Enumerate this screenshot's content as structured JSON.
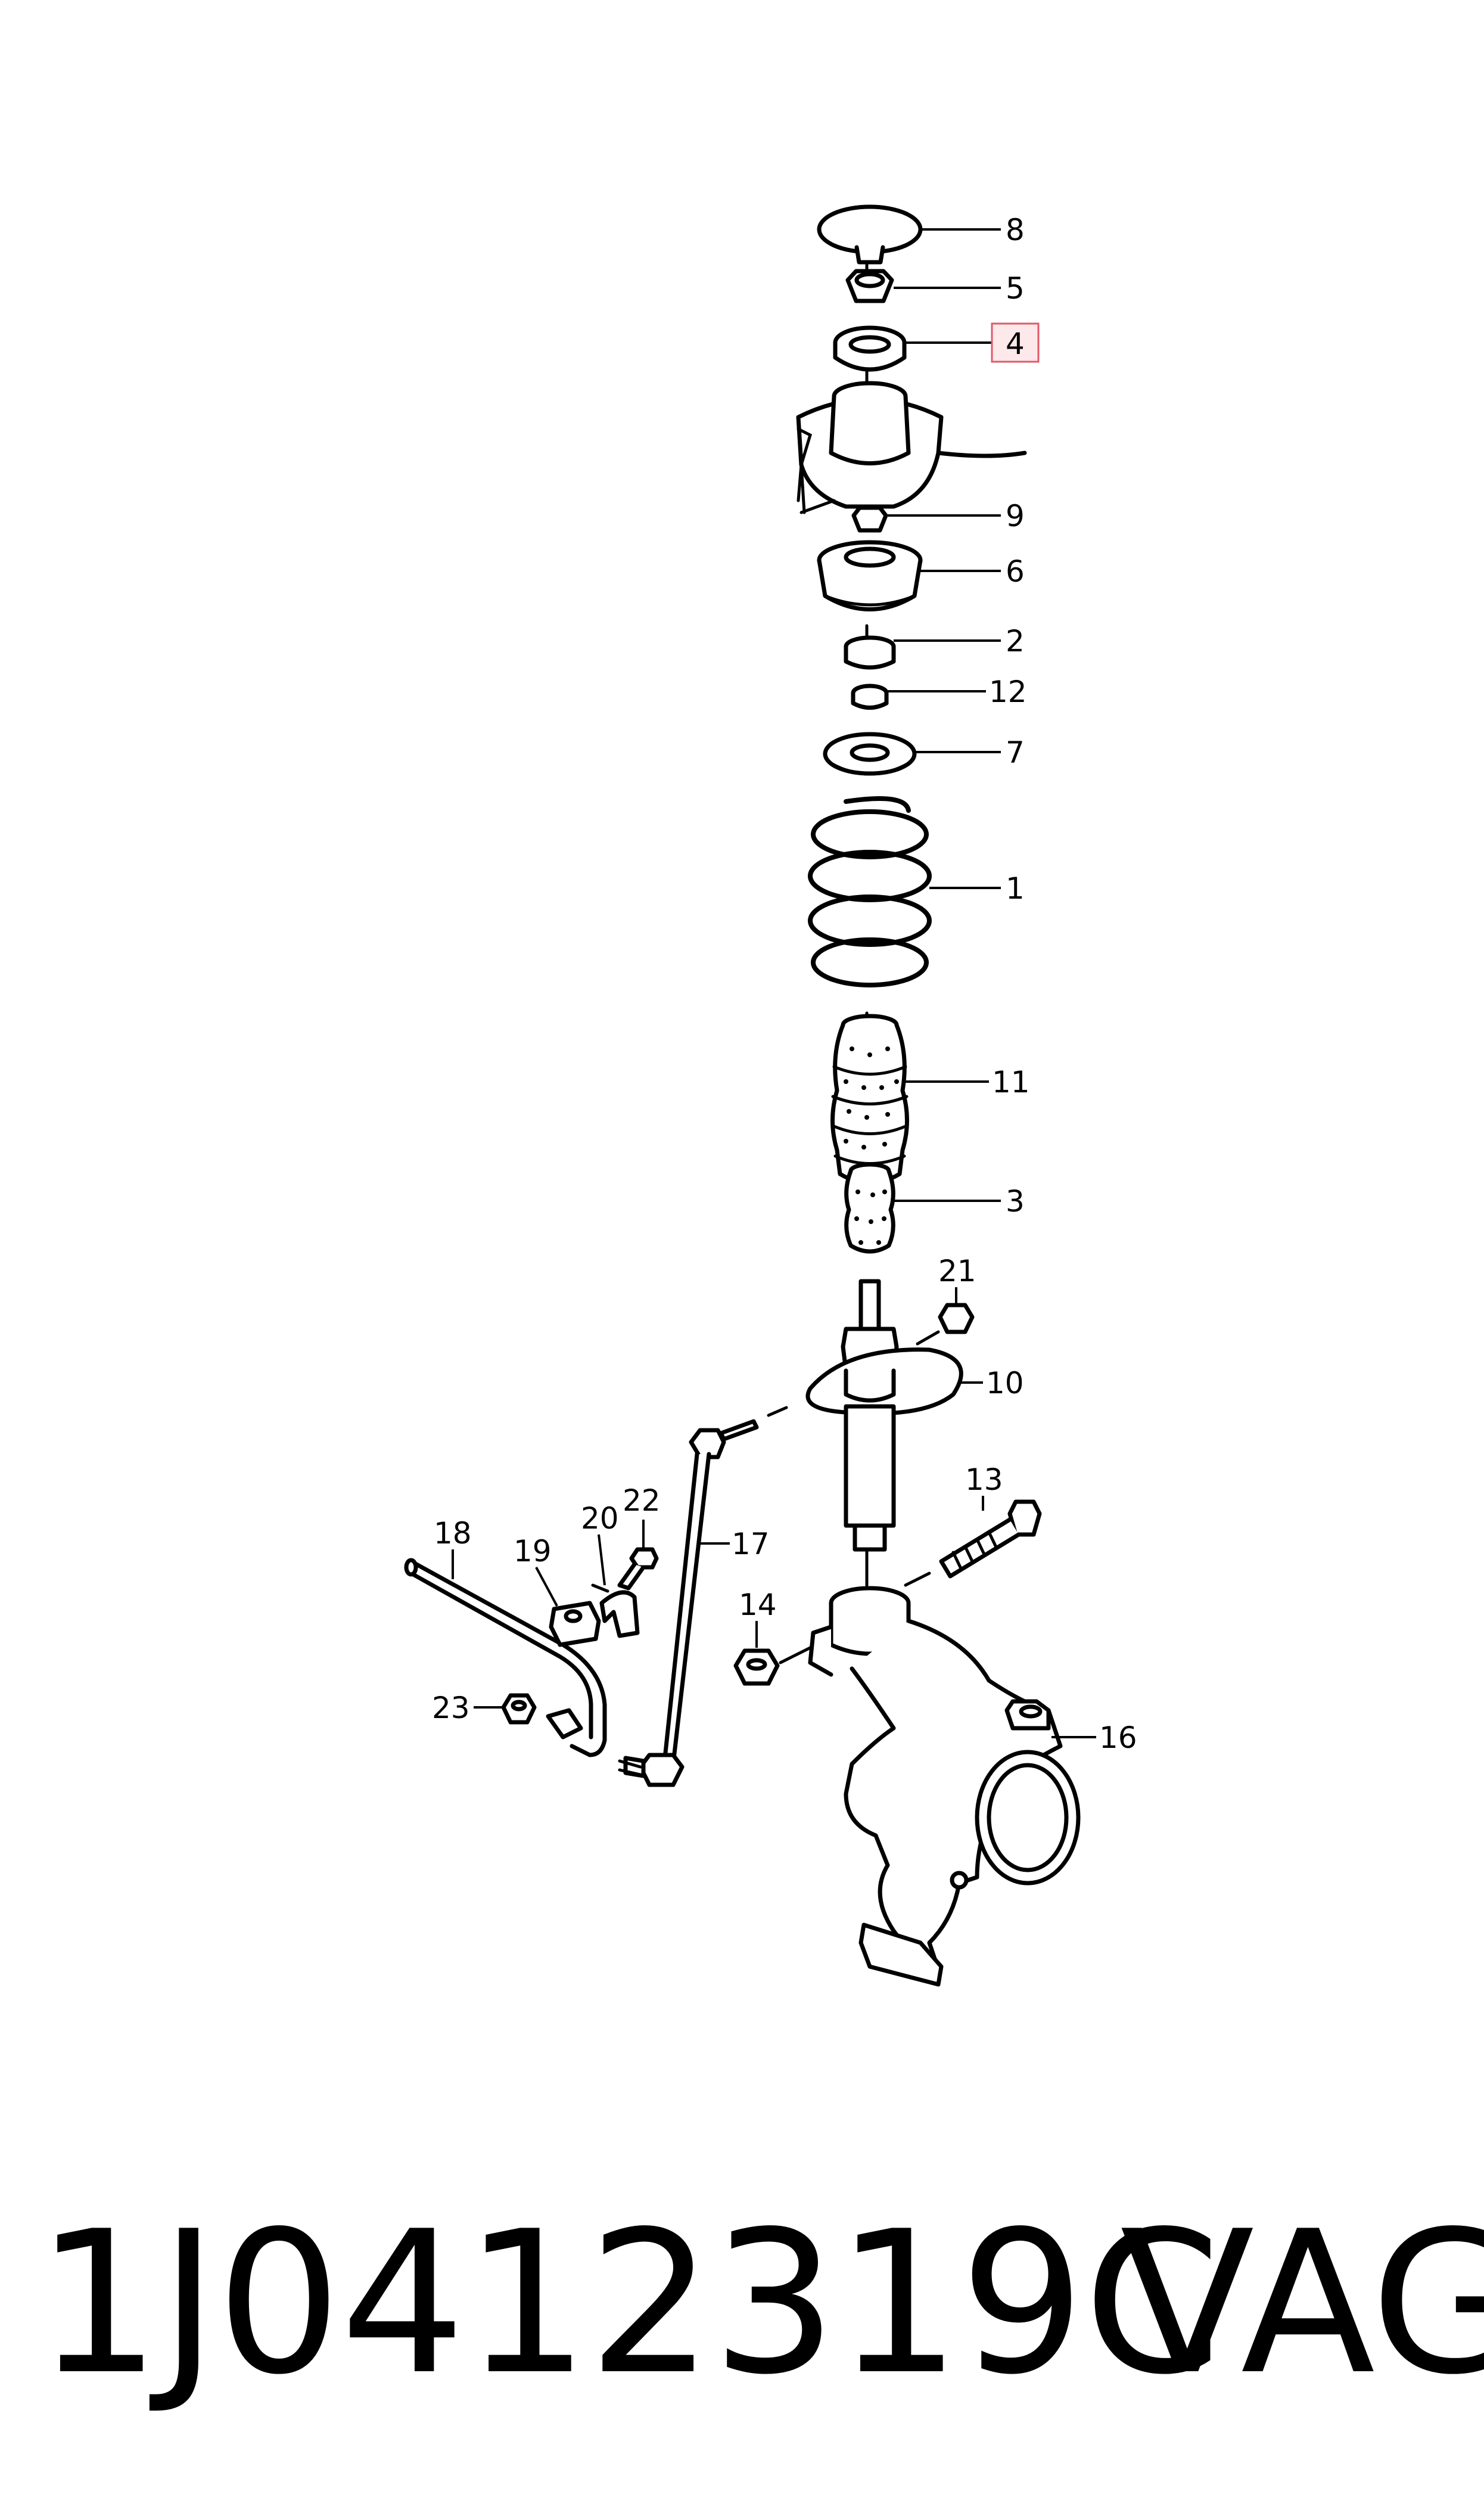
{
  "labels": {
    "l1": "1",
    "l2": "2",
    "l3": "3",
    "l4": "4",
    "l5": "5",
    "l6": "6",
    "l7": "7",
    "l8": "8",
    "l9": "9",
    "l10": "10",
    "l11": "11",
    "l12": "12",
    "l13": "13",
    "l14": "14",
    "l16": "16",
    "l17": "17",
    "l18": "18",
    "l19": "19",
    "l20": "20",
    "l21": "21",
    "l22": "22",
    "l23": "23"
  },
  "highlighted_label": "4",
  "colors": {
    "highlight_fill": "#fde8ea",
    "highlight_stroke": "#e05a6a"
  },
  "footer": {
    "part_number": "1J0412319C",
    "brand": "VAG"
  }
}
